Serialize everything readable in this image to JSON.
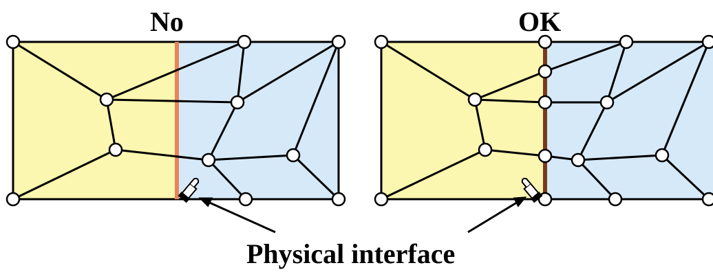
{
  "titles": {
    "left": "No",
    "right": "OK"
  },
  "caption": "Physical interface",
  "colors": {
    "left_region": "#fbf6b0",
    "right_region": "#d6e9f8",
    "interface_bad": "#e8845a",
    "interface_ok": "#7a3a1a",
    "edge": "#000000",
    "node_fill": "#ffffff"
  },
  "icons": {
    "pointer": "pointing-hand-icon"
  }
}
